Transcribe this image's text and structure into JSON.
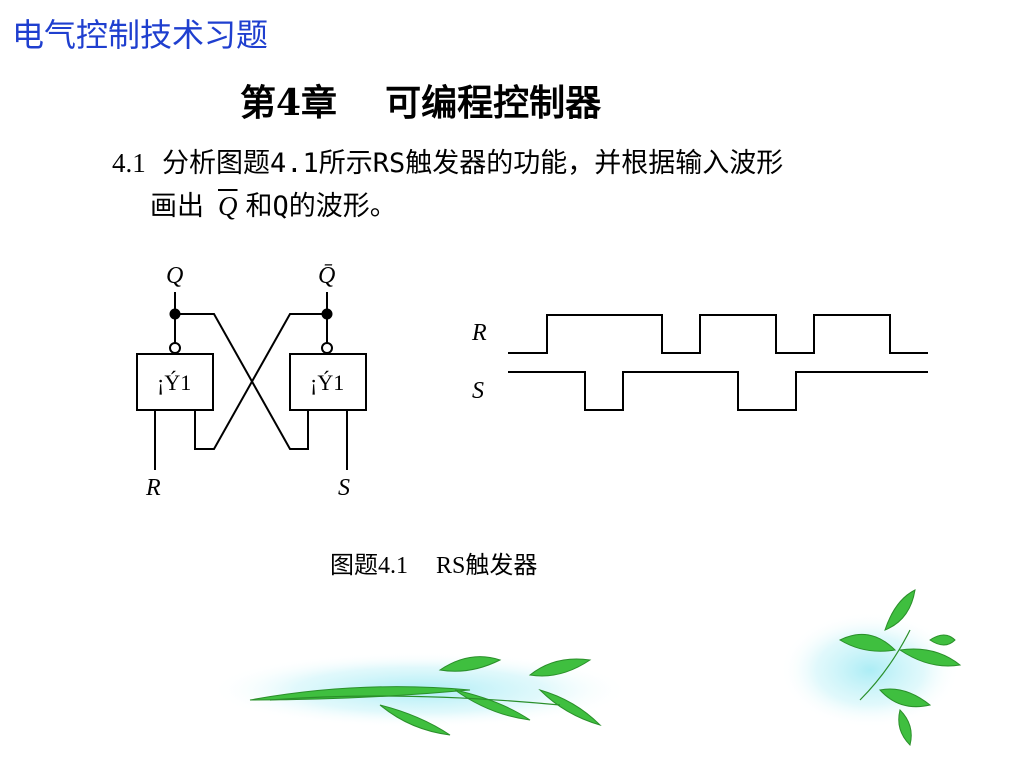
{
  "header": {
    "title": "电气控制技术习题"
  },
  "chapter": {
    "number": "第4章",
    "name": "可编程控制器"
  },
  "problem": {
    "number": "4.1",
    "text_line1": "分析图题4.1所示RS触发器的功能，并根据输入波形",
    "text_line2_prefix": "画出",
    "qbar_symbol": "Q",
    "text_line2_suffix": "和Q的波形。"
  },
  "circuit": {
    "gate_label": "¡Ý1",
    "output_q": "Q",
    "output_qbar": "Q̄",
    "input_r": "R",
    "input_s": "S"
  },
  "waveform": {
    "label_r": "R",
    "label_s": "S"
  },
  "caption": {
    "figure": "图题4.1",
    "name": "RS触发器"
  },
  "decoration": {
    "leaf_color": "#3fbf3f",
    "glow_color": "#bfeff7"
  }
}
